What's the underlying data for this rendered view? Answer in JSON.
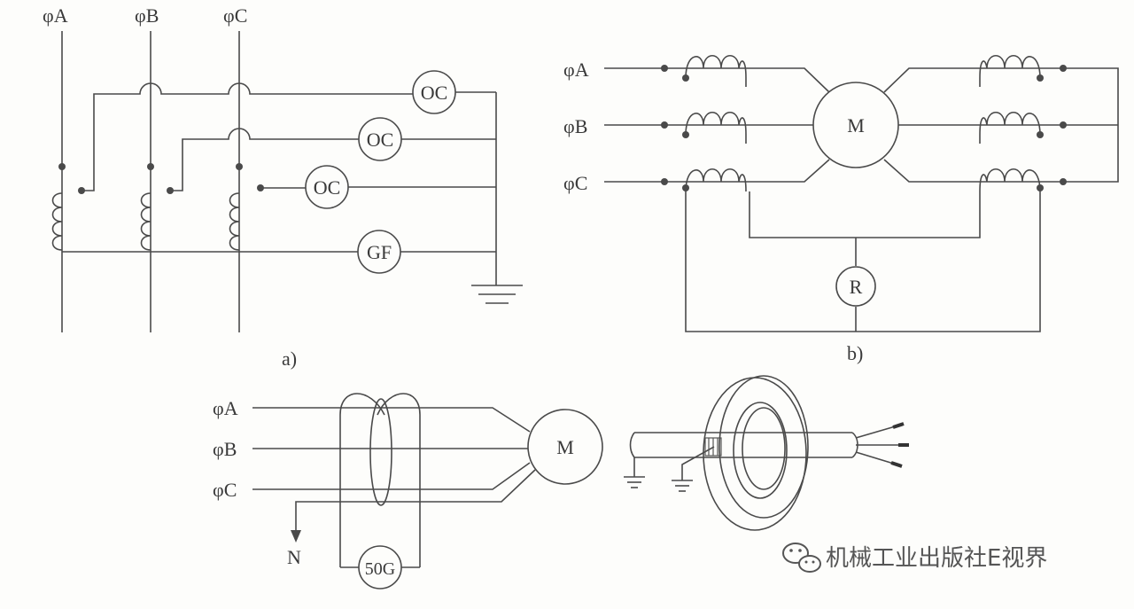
{
  "diagram_a": {
    "phase_a": "φA",
    "phase_b": "φB",
    "phase_c": "φC",
    "relay_1": "OC",
    "relay_2": "OC",
    "relay_3": "OC",
    "ground_fault": "GF",
    "caption": "a)"
  },
  "diagram_b": {
    "phase_a": "φA",
    "phase_b": "φB",
    "phase_c": "φC",
    "motor": "M",
    "relay": "R",
    "caption": "b)"
  },
  "diagram_c": {
    "phase_a": "φA",
    "phase_b": "φB",
    "phase_c": "φC",
    "motor": "M",
    "neutral": "N",
    "relay": "50G"
  },
  "watermark": {
    "text": "机械工业出版社E视界"
  }
}
